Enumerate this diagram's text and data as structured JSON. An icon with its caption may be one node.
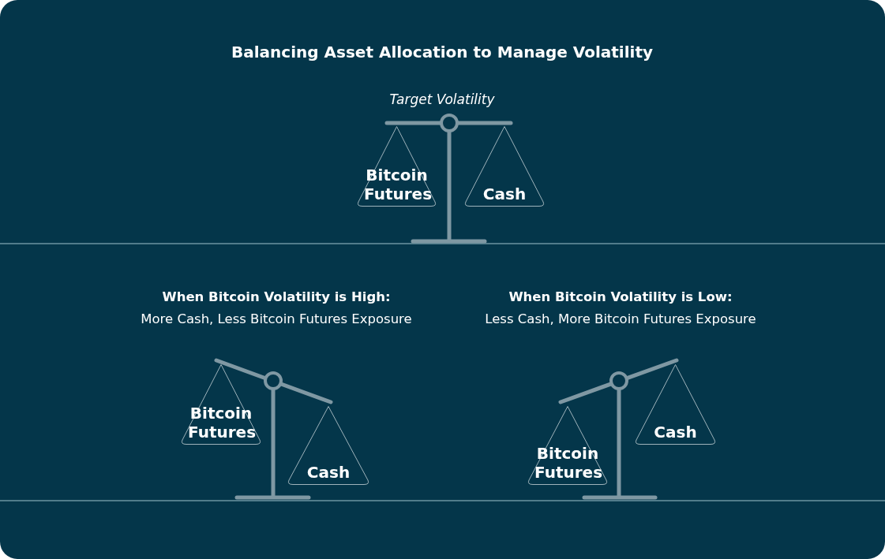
{
  "diagram": {
    "title": "Balancing Asset Allocation to Manage Volatility",
    "nodes": [
      {
        "text": [
          "Bitcoin Futures"
        ]
      },
      {
        "text": [
          "Cash"
        ]
      },
      {
        "text": [
          "Bitcoin Futures"
        ]
      },
      {
        "text": [
          "Cash"
        ]
      },
      {
        "text": [
          "Bitcoin Futures"
        ]
      },
      {
        "text": [
          "Cash"
        ]
      }
    ],
    "labels": [
      "Target Volatility",
      "When Bitcoin Volatility is High:",
      "More Cash, Less Bitcoin Futures Exposure",
      "When Bitcoin Volatility is Low:",
      "Less Cash, More Bitcoin Futures Exposure"
    ]
  }
}
